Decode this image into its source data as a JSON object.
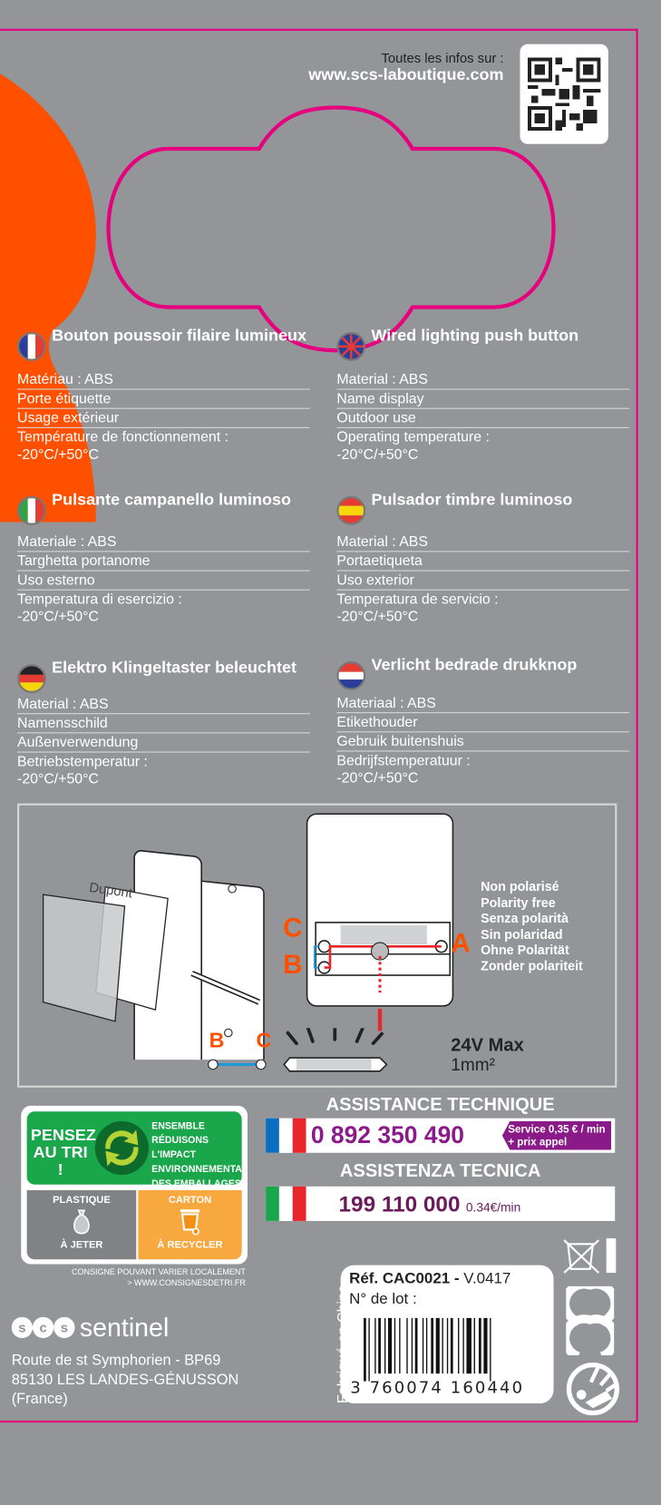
{
  "header": {
    "infos_label": "Toutes les infos sur :",
    "website": "www.scs-laboutique.com",
    "qr_icon": "qr-code-icon"
  },
  "colors": {
    "background": "#939598",
    "orange": "#ff5000",
    "magenta": "#e6007e",
    "green": "#1aa64a",
    "purple": "#8b1a89",
    "yellow": "#f7a940"
  },
  "sections": [
    {
      "lang": "fr",
      "title": "Bouton poussoir filaire lumineux",
      "rows": [
        "Matériau : ABS",
        "Porte étiquette",
        "Usage extérieur",
        "Température de fonctionnement :"
      ],
      "value": "-20°C/+50°C"
    },
    {
      "lang": "en",
      "title": "Wired lighting push button",
      "rows": [
        "Material : ABS",
        "Name display",
        "Outdoor use",
        "Operating temperature :"
      ],
      "value": "-20°C/+50°C"
    },
    {
      "lang": "it",
      "title": "Pulsante campanello luminoso",
      "rows": [
        "Materiale : ABS",
        "Targhetta portanome",
        "Uso esterno",
        "Temperatura di esercizio :"
      ],
      "value": "-20°C/+50°C"
    },
    {
      "lang": "es",
      "title": "Pulsador timbre luminoso",
      "rows": [
        "Material : ABS",
        "Portaetiqueta",
        "Uso exterior",
        "Temperatura de servicio :"
      ],
      "value": "-20°C/+50°C"
    },
    {
      "lang": "de",
      "title": "Elektro Klingeltaster beleuchtet",
      "rows": [
        "Material : ABS",
        "Namensschild",
        "Außenverwendung",
        "Betriebstemperatur :"
      ],
      "value": "-20°C/+50°C"
    },
    {
      "lang": "nl",
      "title": "Verlicht bedrade drukknop",
      "rows": [
        "Materiaal : ABS",
        "Etikethouder",
        "Gebruik buitenshuis",
        "Bedrijfstemperatuur :"
      ],
      "value": "-20°C/+50°C"
    }
  ],
  "diagram": {
    "name_tag": "Dupont",
    "labels": {
      "a": "A",
      "b": "B",
      "c": "C"
    },
    "polarity": [
      "Non polarisé",
      "Polarity free",
      "Senza polarità",
      "Sin polaridad",
      "Ohne Polarität",
      "Zonder polariteit"
    ],
    "voltage": "24V Max",
    "wire": "1mm²"
  },
  "recycling": {
    "title": "PENSEZ AU TRI !",
    "slogan": [
      "ENSEMBLE",
      "RÉDUISONS L'IMPACT",
      "ENVIRONNEMENTAL",
      "DES EMBALLAGES"
    ],
    "plastic": {
      "label": "PLASTIQUE",
      "action": "À JETER"
    },
    "carton": {
      "label": "CARTON",
      "action": "À RECYCLER"
    },
    "note1": "CONSIGNE POUVANT VARIER LOCALEMENT",
    "note2": "> WWW.CONSIGNESDETRI.FR"
  },
  "brand": {
    "logo_text": "sentinel",
    "logo_mark": "scs",
    "address": [
      "Route de st Symphorien - BP69",
      "85130 LES LANDES-GÉNUSSON",
      "(France)"
    ]
  },
  "support": {
    "fr_title": "ASSISTANCE TECHNIQUE",
    "fr_phone": "0 892 350 490",
    "fr_price1": "Service 0,35 € / min",
    "fr_price2": "+ prix appel",
    "it_title": "ASSISTENZA TECNICA",
    "it_phone": "199 110 000",
    "it_price": "0.34€/min"
  },
  "product": {
    "made_in": "Fabriqué en Chine",
    "ref_label": "Réf. CAC0021 -",
    "version": "V.0417",
    "lot_label": "N° de lot :",
    "barcode": "3 760074 160440"
  }
}
